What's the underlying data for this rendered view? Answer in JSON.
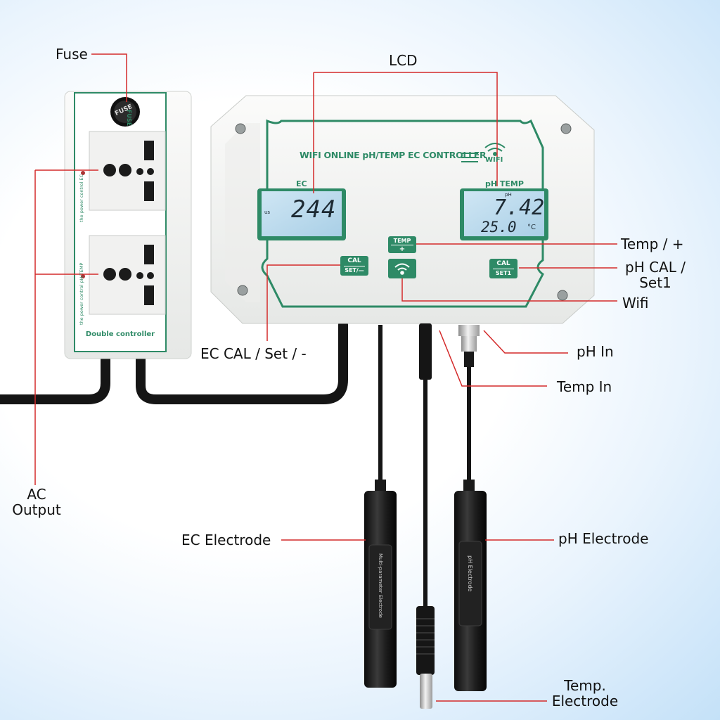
{
  "labels": {
    "fuse": "Fuse",
    "lcd": "LCD",
    "temp_plus": "Temp / +",
    "ph_cal_line1": "pH CAL /",
    "ph_cal_line2": "Set1",
    "wifi": "Wifi",
    "ec_cal": "EC CAL / Set /  -",
    "ph_in": "pH In",
    "temp_in": "Temp In",
    "ac_output_line1": "AC",
    "ac_output_line2": "Output",
    "ec_electrode": "EC Electrode",
    "ph_electrode": "pH Electrode",
    "temp_electrode_line1": "Temp.",
    "temp_electrode_line2": "Electrode"
  },
  "controller": {
    "title": "WIFI ONLINE pH/TEMP EC CONTROLLER",
    "wifi_badge": "WIFI",
    "ec_heading": "EC",
    "ph_heading": "pH TEMP",
    "ec_value": "244",
    "ec_unit": "us",
    "ph_value": "7.42",
    "ph_unit": "pH",
    "temp_value": "25.0",
    "temp_unit": "°C",
    "btn_temp_top": "TEMP",
    "btn_temp_bottom": "+",
    "btn_cal_ec_top": "CAL",
    "btn_cal_ec_bottom": "SET/—",
    "btn_cal_ph_top": "CAL",
    "btn_cal_ph_bottom": "SET1"
  },
  "power_box": {
    "fuse_text": "FUSE",
    "fuse_label_side": "FUSE",
    "socket1_side": "the power control  EC",
    "socket2_side": "the power control  pH/TEMP",
    "footer": "Double controller"
  },
  "electrodes": {
    "ec_body_text": "Multi-parameter Electrode",
    "ph_body_text": "pH Electrode"
  },
  "colors": {
    "accent_green": "#2e8a66",
    "leader_red": "#d42a2a",
    "lcd_blue": "#b9d8ec",
    "housing_white": "#f3f4f2"
  }
}
